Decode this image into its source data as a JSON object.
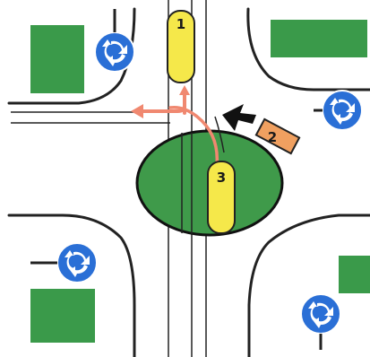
{
  "vehicles": [
    {
      "id": "vehicle-1",
      "label": "1",
      "color": "#f5e84a"
    },
    {
      "id": "vehicle-2",
      "label": "2",
      "color": "#f0a060"
    },
    {
      "id": "vehicle-3",
      "label": "3",
      "color": "#f5e84a"
    }
  ],
  "colors": {
    "grass": "#3a9a4a",
    "island": "#3f9a4a",
    "road_lines": "#222222",
    "path_arrow": "#f08870",
    "sign_blue": "#2a6fd6",
    "yield_arrow": "#111111"
  },
  "icons": [
    "roundabout-sign-icon",
    "yield-arrow-icon",
    "direction-arrow-icon"
  ]
}
